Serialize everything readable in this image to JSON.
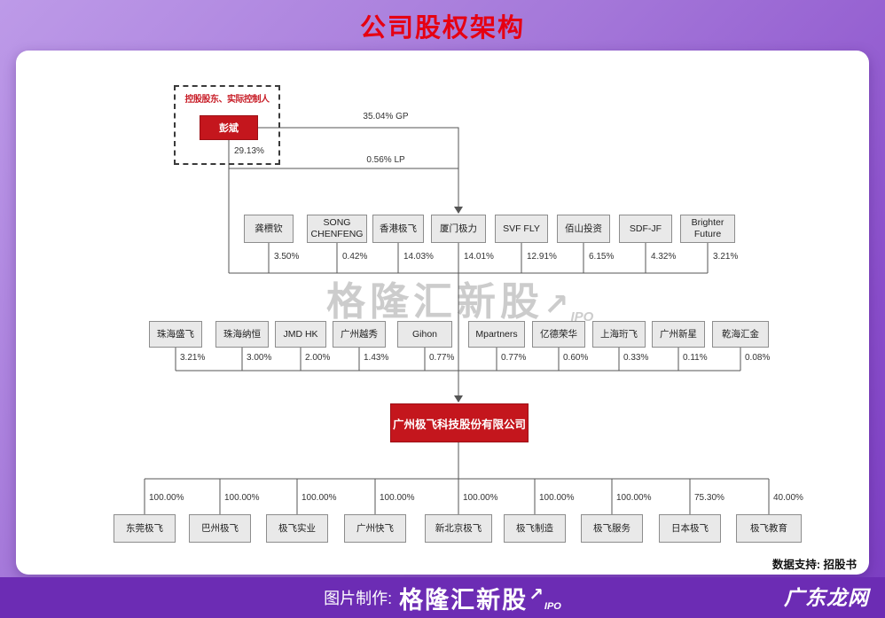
{
  "colors": {
    "title_red": "#e60012",
    "accent_red": "#c4161d",
    "box_gray": "#e9e9e9",
    "line_gray": "#555555",
    "background_purple": "#9a67d5",
    "footer_purple": "#6c2cb4"
  },
  "page": {
    "title": "公司股权架构",
    "data_support": "数据支持: 招股书",
    "watermark": {
      "text": "格隆汇新股",
      "arrow": "↗",
      "sub": "IPO"
    },
    "footer": {
      "credit_prefix": "图片制作:",
      "brand": "格隆汇新股",
      "brand_arrow": "↗",
      "brand_sub": "IPO",
      "site_logo": "广东龙网"
    }
  },
  "chart": {
    "controller_group_label": "控股股东、实际控制人",
    "controller": {
      "name": "彭斌"
    },
    "links": {
      "gp": "35.04% GP",
      "direct": "29.13%",
      "lp": "0.56% LP"
    },
    "company": {
      "name": "广州极飞科技股份有限公司"
    },
    "row2": [
      {
        "name": "龚槚钦",
        "pct": "3.50%"
      },
      {
        "name": "SONG CHENFENG",
        "pct": "0.42%"
      },
      {
        "name": "香港极飞",
        "pct": "14.03%"
      },
      {
        "name": "厦门极力",
        "pct": "14.01%"
      },
      {
        "name": "SVF FLY",
        "pct": "12.91%"
      },
      {
        "name": "佰山投资",
        "pct": "6.15%"
      },
      {
        "name": "SDF-JF",
        "pct": "4.32%"
      },
      {
        "name": "Brighter Future",
        "pct": "3.21%"
      }
    ],
    "row3": [
      {
        "name": "珠海盛飞",
        "pct": "3.21%"
      },
      {
        "name": "珠海纳恒",
        "pct": "3.00%"
      },
      {
        "name": "JMD HK",
        "pct": "2.00%"
      },
      {
        "name": "广州越秀",
        "pct": "1.43%"
      },
      {
        "name": "Gihon",
        "pct": "0.77%"
      },
      {
        "name": "Mpartners",
        "pct": "0.77%"
      },
      {
        "name": "亿德荣华",
        "pct": "0.60%"
      },
      {
        "name": "上海珩飞",
        "pct": "0.33%"
      },
      {
        "name": "广州新星",
        "pct": "0.11%"
      },
      {
        "name": "乾海汇金",
        "pct": "0.08%"
      }
    ],
    "subsidiaries": [
      {
        "name": "东莞极飞",
        "pct": "100.00%"
      },
      {
        "name": "巴州极飞",
        "pct": "100.00%"
      },
      {
        "name": "极飞实业",
        "pct": "100.00%"
      },
      {
        "name": "广州快飞",
        "pct": "100.00%"
      },
      {
        "name": "新北京极飞",
        "pct": "100.00%"
      },
      {
        "name": "极飞制造",
        "pct": "100.00%"
      },
      {
        "name": "极飞服务",
        "pct": "100.00%"
      },
      {
        "name": "日本极飞",
        "pct": "75.30%"
      },
      {
        "name": "极飞教育",
        "pct": "40.00%"
      }
    ]
  }
}
